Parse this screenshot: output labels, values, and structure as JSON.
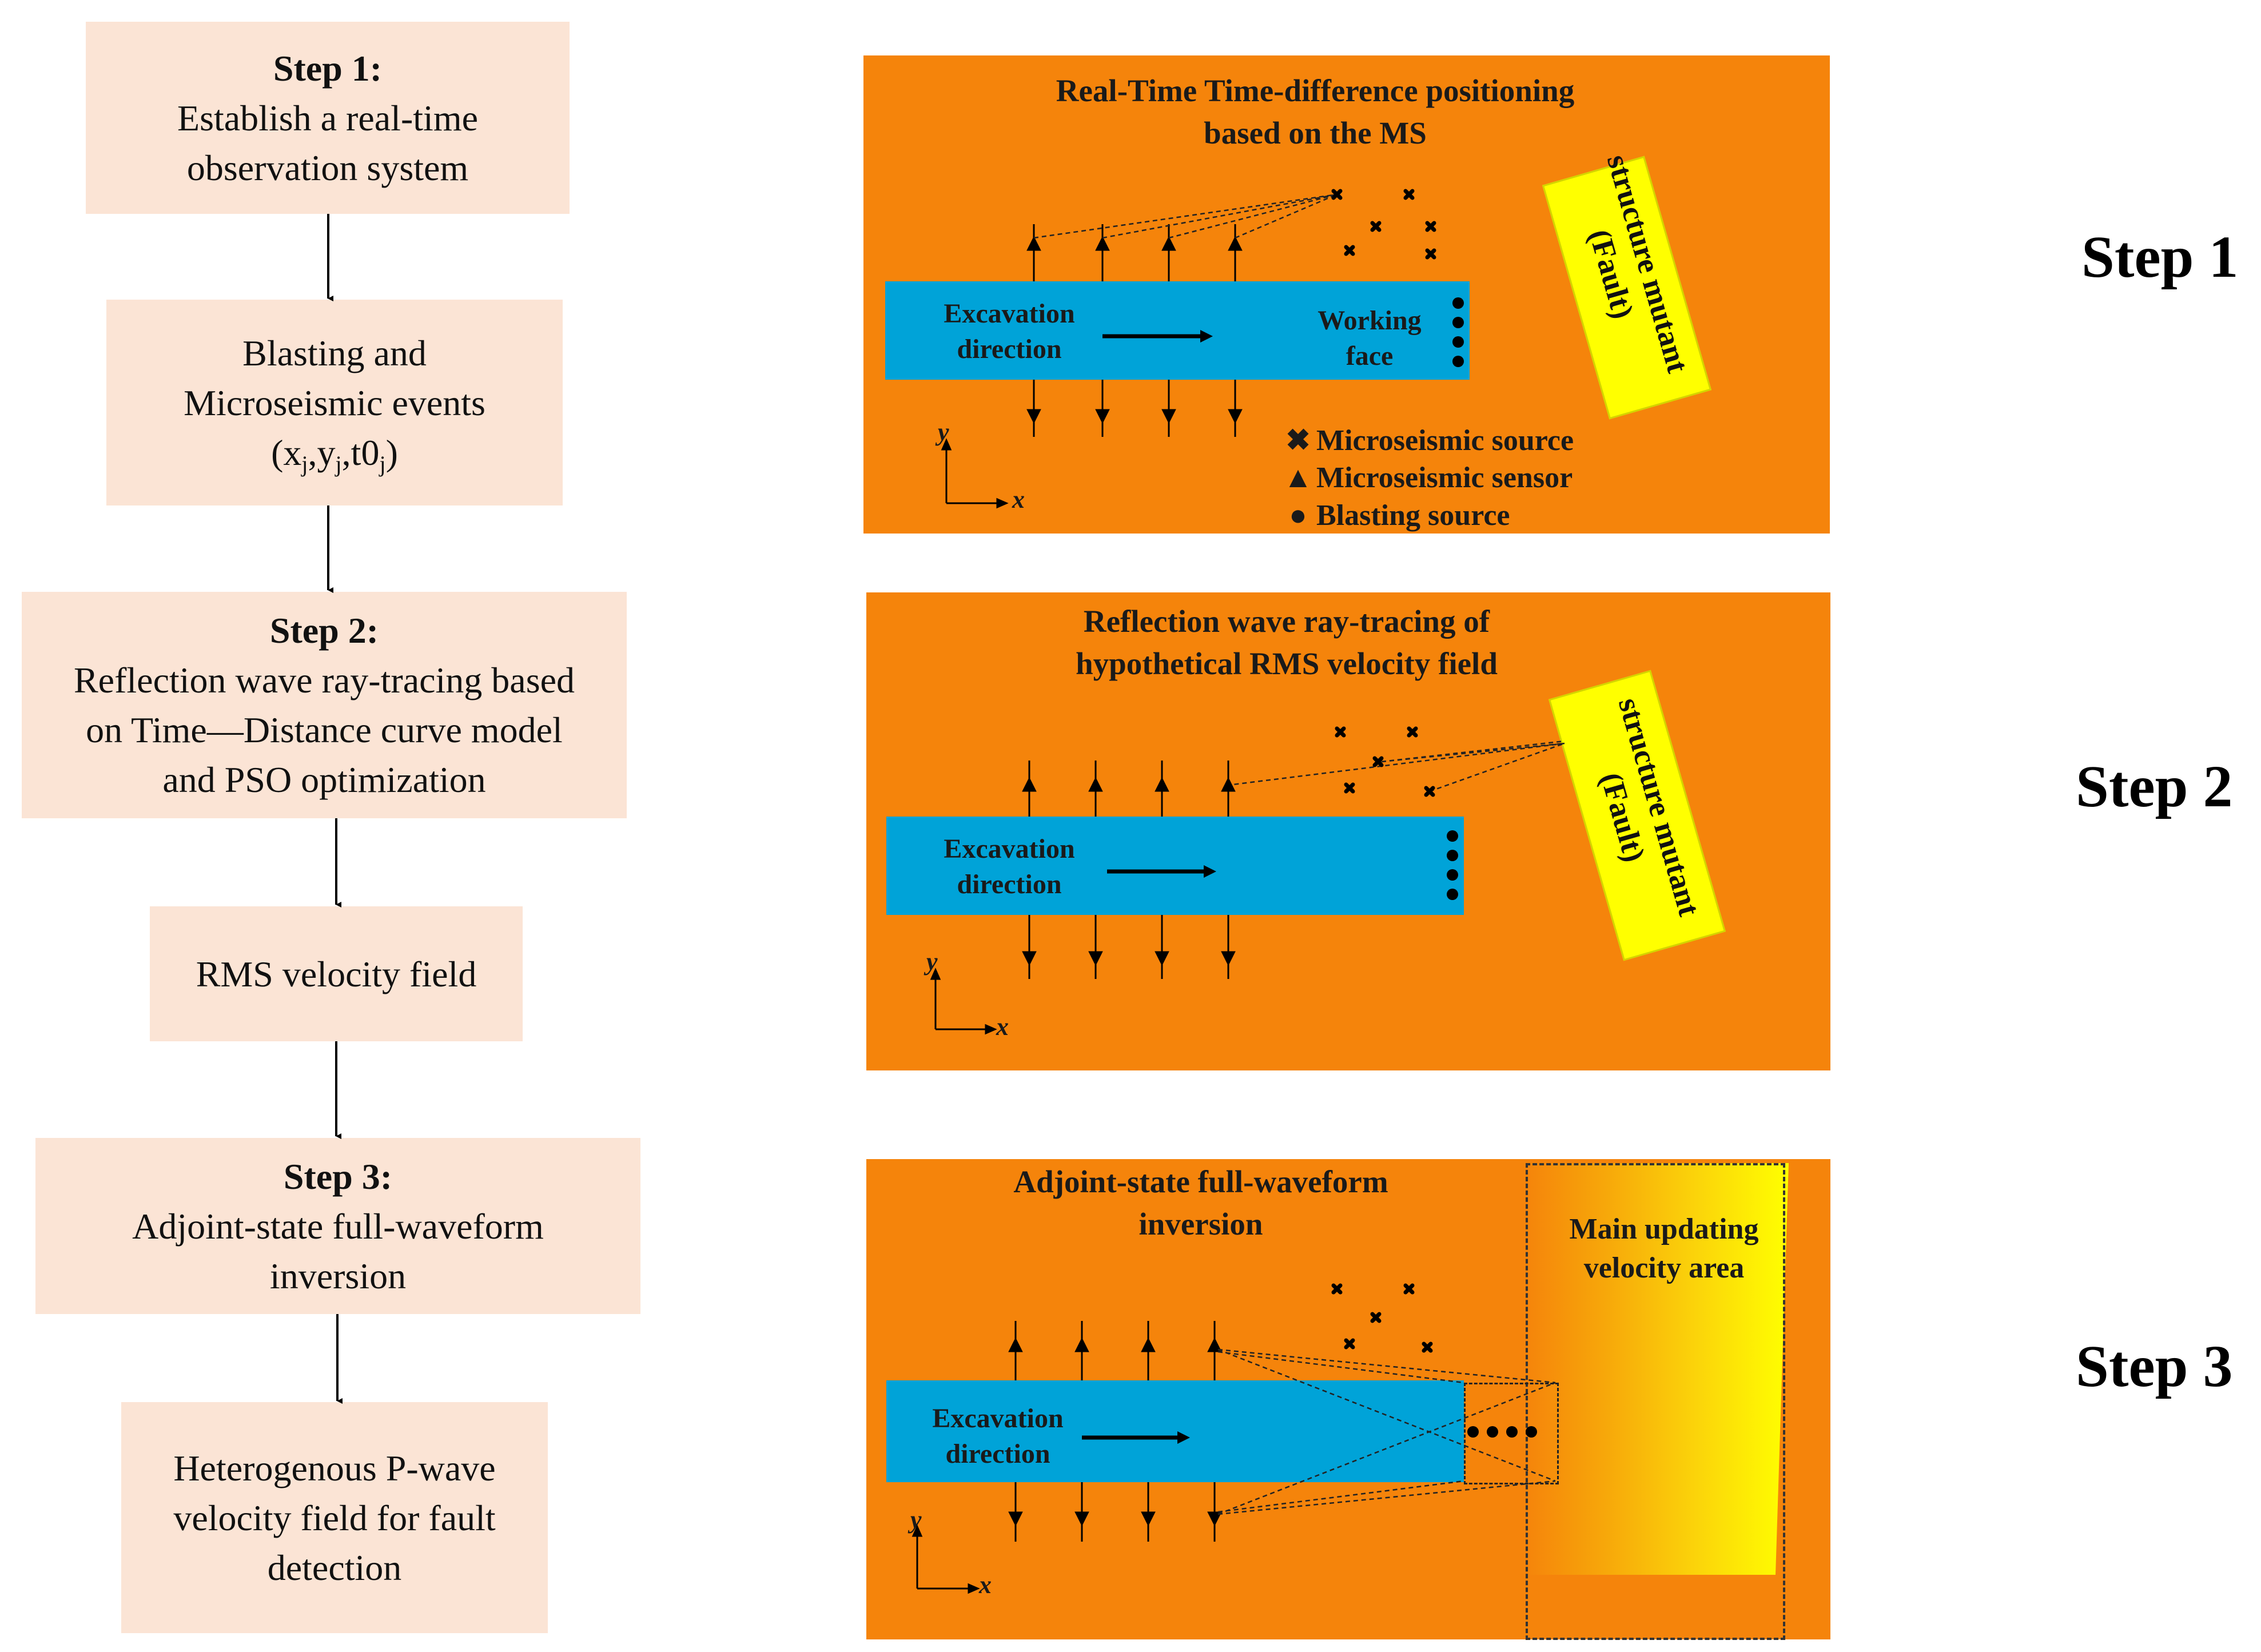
{
  "flow": {
    "box1": {
      "title": "Step 1:",
      "line1": "Establish a real-time",
      "line2": "observation system"
    },
    "box2": {
      "line1": "Blasting and",
      "line2": "Microseismic events",
      "coord_open": "(x",
      "coord_sub1": "j",
      "coord_sep1": ",y",
      "coord_sub2": "j",
      "coord_sep2": ",t0",
      "coord_sub3": "j",
      "coord_close": ")"
    },
    "box3": {
      "title": "Step 2:",
      "line1": "Reflection wave ray-tracing based",
      "line2": "on Time—Distance curve model",
      "line3": "and PSO optimization"
    },
    "box4": {
      "line1": "RMS velocity field"
    },
    "box5": {
      "title": "Step 3:",
      "line1": "Adjoint-state full-waveform",
      "line2": "inversion"
    },
    "box6": {
      "line1": "Heterogenous P-wave",
      "line2": "velocity field for fault",
      "line3": "detection"
    }
  },
  "step_labels": [
    "Step 1",
    "Step 2",
    "Step 3"
  ],
  "panel1": {
    "title_line1": "Real-Time Time-difference positioning",
    "title_line2": "based on the MS",
    "excavation_line1": "Excavation",
    "excavation_line2": "direction",
    "working_line1": "Working",
    "working_line2": "face",
    "fault_line1": "structure mutant",
    "fault_line2": "(Fault)",
    "legend": {
      "source": "Microseismic source",
      "sensor": "Microseismic sensor",
      "blast": "Blasting source"
    },
    "axis_y": "y",
    "axis_x": "x"
  },
  "panel2": {
    "title_line1": "Reflection wave ray-tracing of",
    "title_line2": "hypothetical RMS velocity field",
    "excavation_line1": "Excavation",
    "excavation_line2": "direction",
    "fault_line1": "structure mutant",
    "fault_line2": "(Fault)",
    "axis_y": "y",
    "axis_x": "x"
  },
  "panel3": {
    "title_line1": "Adjoint-state full-waveform",
    "title_line2": "inversion",
    "excavation_line1": "Excavation",
    "excavation_line2": "direction",
    "area_line1": "Main updating",
    "area_line2": "velocity area",
    "axis_y": "y",
    "axis_x": "x"
  },
  "colors": {
    "panel_bg": "#f5840b",
    "tunnel": "#00a3d8",
    "fault": "#ffff00",
    "flow_box": "#fbe4d5"
  }
}
